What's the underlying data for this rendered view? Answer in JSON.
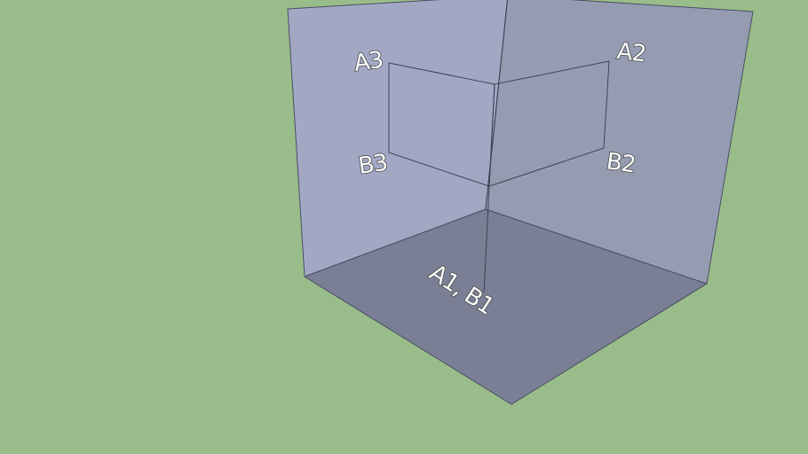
{
  "colors": {
    "ground": "#99bd8a",
    "left_wall": "#a2a8c4",
    "right_wall": "#959cb2",
    "floor": "#7a7f95",
    "edge": "#3f4356",
    "label_fill": "#ffffff",
    "label_outline": "#4a4a4a"
  },
  "labels": {
    "a3": "A3",
    "a2": "A2",
    "b3": "B3",
    "b2": "B2",
    "a1_b1": "A1, B1"
  }
}
